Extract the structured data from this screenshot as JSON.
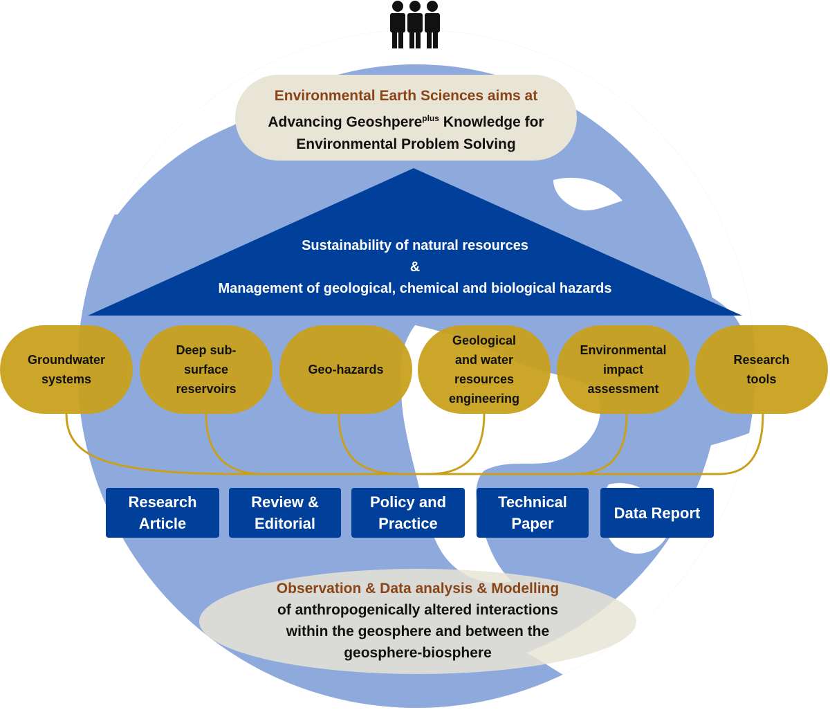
{
  "colors": {
    "globe": "#8ea9dc",
    "continent": "#ffffff",
    "navy": "#003f9a",
    "gold": "#c9a01c",
    "title_brown": "#8a4516",
    "oval_bg": "#e8e4d6"
  },
  "icons": {
    "top": "people-group-icon"
  },
  "header": {
    "line1": "Environmental Earth Sciences aims at",
    "line2_prefix": "Advancing Geoshpere",
    "line2_sup": "plus",
    "line2_suffix": " Knowledge for",
    "line3": "Environmental Problem Solving"
  },
  "triangle": {
    "line1": "Sustainability of natural resources",
    "line2": "&",
    "line3": "Management of geological, chemical and biological hazards"
  },
  "topics": [
    {
      "lines": [
        "Groundwater",
        "systems"
      ]
    },
    {
      "lines": [
        "Deep sub-",
        "surface",
        "reservoirs"
      ]
    },
    {
      "lines": [
        "Geo-hazards"
      ]
    },
    {
      "lines": [
        "Geological",
        "and water",
        "resources",
        "engineering"
      ]
    },
    {
      "lines": [
        "Environmental",
        "impact",
        "assessment"
      ]
    },
    {
      "lines": [
        "Research",
        "tools"
      ]
    }
  ],
  "article_types": [
    {
      "lines": [
        "Research",
        "Article"
      ]
    },
    {
      "lines": [
        "Review &",
        "Editorial"
      ]
    },
    {
      "lines": [
        "Policy and",
        "Practice"
      ]
    },
    {
      "lines": [
        "Technical",
        "Paper"
      ]
    },
    {
      "lines": [
        "Data Report"
      ]
    }
  ],
  "footer": {
    "line1": "Observation & Data analysis & Modelling",
    "line2": "of anthropogenically altered interactions",
    "line3": "within the geosphere and between the",
    "line4": "geosphere-biosphere"
  }
}
